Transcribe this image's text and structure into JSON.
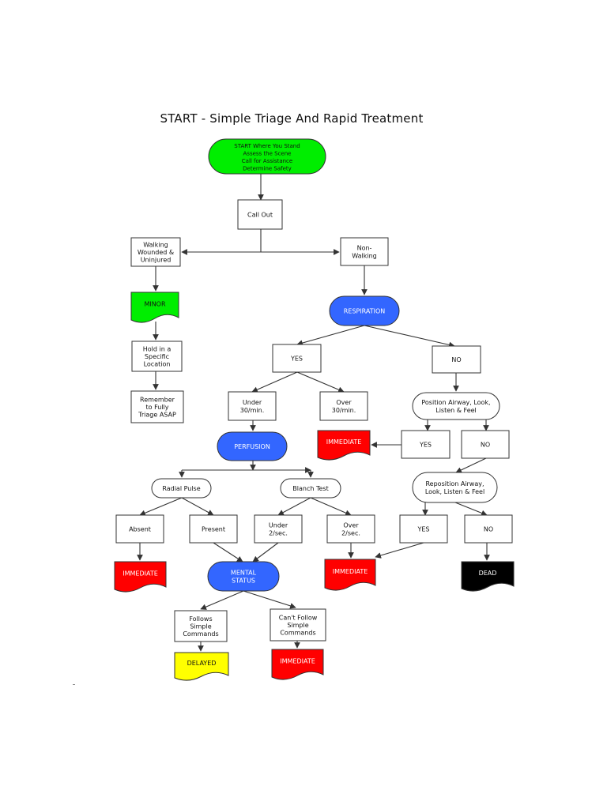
{
  "title": "START - Simple Triage And Rapid Treatment",
  "colors": {
    "green": "#00ee00",
    "blue": "#3366ff",
    "red": "#ff0000",
    "yellow": "#ffff00",
    "black": "#000000",
    "line": "#333333"
  },
  "nodes": {
    "start": [
      "START Where You Stand",
      "Assess the Scene",
      "Call for Assistance",
      "Determine Safety"
    ],
    "call_out": [
      "Call Out"
    ],
    "walking": [
      "Walking",
      "Wounded &",
      "Uninjured"
    ],
    "non_walking": [
      "Non-",
      "Walking"
    ],
    "minor": [
      "MINOR"
    ],
    "hold": [
      "Hold in a",
      "Specific",
      "Location"
    ],
    "remember": [
      "Remember",
      "to Fully",
      "Triage ASAP"
    ],
    "respiration": [
      "RESPIRATION"
    ],
    "resp_yes": [
      "YES"
    ],
    "resp_no": [
      "NO"
    ],
    "under30": [
      "Under",
      "30/min."
    ],
    "over30": [
      "Over",
      "30/min."
    ],
    "position_airway": [
      "Position Airway, Look,",
      "Listen & Feel"
    ],
    "immediate_1": [
      "IMMEDIATE"
    ],
    "pos_yes": [
      "YES"
    ],
    "pos_no": [
      "NO"
    ],
    "perfusion": [
      "PERFUSION"
    ],
    "reposition": [
      "Reposition Airway,",
      "Look, Listen & Feel"
    ],
    "radial": [
      "Radial Pulse"
    ],
    "blanch": [
      "Blanch Test"
    ],
    "absent": [
      "Absent"
    ],
    "present": [
      "Present"
    ],
    "under2": [
      "Under",
      "2/sec."
    ],
    "over2": [
      "Over",
      "2/sec."
    ],
    "rep_yes": [
      "YES"
    ],
    "rep_no": [
      "NO"
    ],
    "immediate_2": [
      "IMMEDIATE"
    ],
    "mental": [
      "MENTAL",
      "STATUS"
    ],
    "immediate_3": [
      "IMMEDIATE"
    ],
    "dead": [
      "DEAD"
    ],
    "follows": [
      "Follows",
      "Simple",
      "Commands"
    ],
    "cant_follow": [
      "Can't Follow",
      "Simple",
      "Commands"
    ],
    "delayed": [
      "DELAYED"
    ],
    "immediate_4": [
      "IMMEDIATE"
    ]
  }
}
